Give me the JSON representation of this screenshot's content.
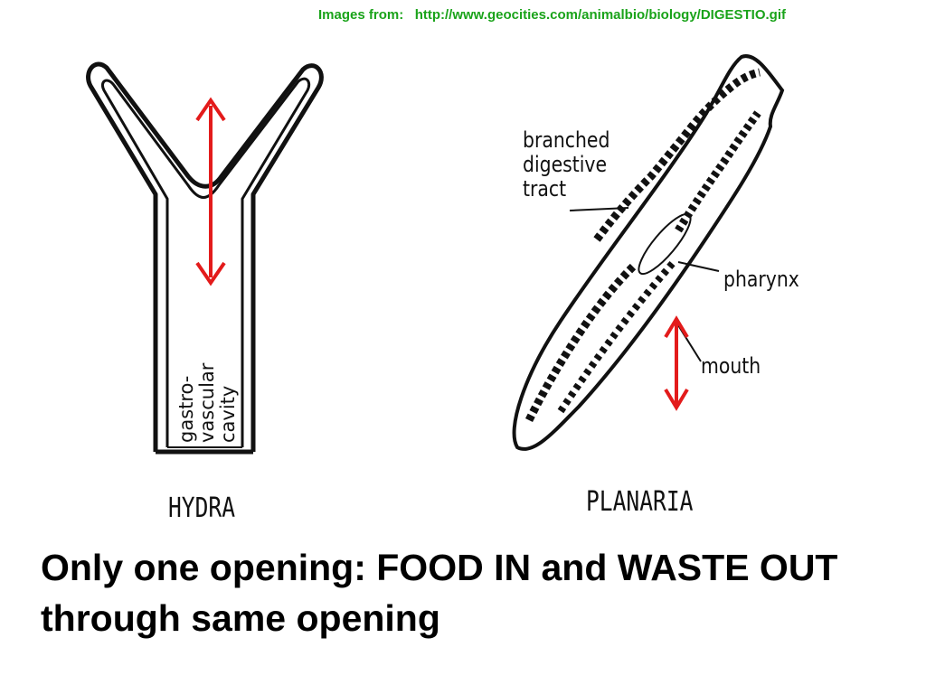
{
  "credit": "Images from:   http://www.geocities.com/animalbio/biology/DIGESTIO.gif",
  "hydra": {
    "caption": "HYDRA",
    "cavity_label": "gastro-\nvascular\ncavity"
  },
  "planaria": {
    "caption": "PLANARIA",
    "tract_label": "branched\ndigestive\ntract",
    "pharynx_label": "pharynx",
    "mouth_label": "mouth"
  },
  "caption_text": "Only one opening: FOOD IN and WASTE OUT through same opening",
  "colors": {
    "credit": "#1aa31a",
    "arrow": "#e31b1b",
    "ink": "#111111"
  }
}
